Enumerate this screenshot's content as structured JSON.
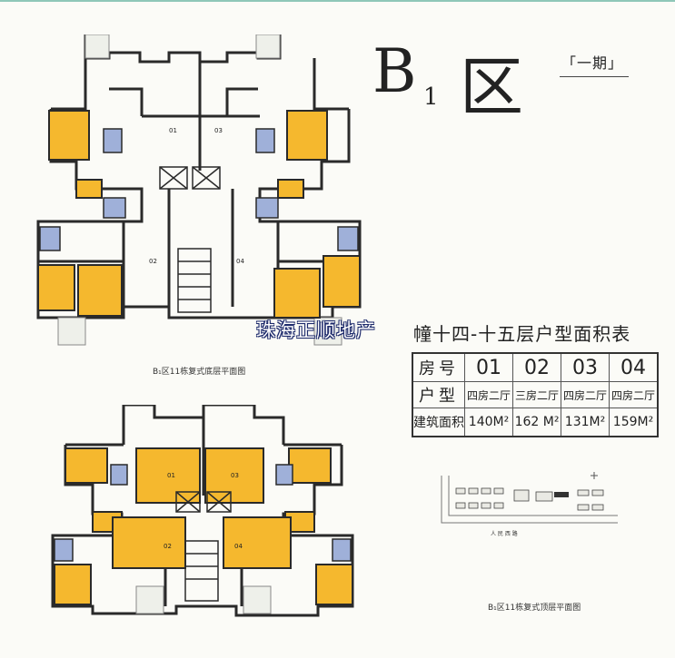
{
  "header": {
    "block_name": "B",
    "block_sub": "1",
    "block_suffix": "区",
    "phase": "「一期」"
  },
  "watermark": "珠海正顺地产",
  "area_table": {
    "title": "幢十四-十五层户型面积表",
    "room_no_label": "房号",
    "type_label": "户型",
    "area_label": "建筑面积",
    "units": [
      {
        "no": "01",
        "type": "四房二厅",
        "area": "140M²"
      },
      {
        "no": "02",
        "type": "三房二厅",
        "area": "162 M²"
      },
      {
        "no": "03",
        "type": "四房二厅",
        "area": "131M²"
      },
      {
        "no": "04",
        "type": "四房二厅",
        "area": "159M²"
      }
    ]
  },
  "captions": {
    "lower_floor": "B₁区11栋复式底层平面图",
    "upper_floor": "B₁区11栋复式顶层平面图",
    "street": "人 民 西 路"
  },
  "plan_unit_labels": {
    "u01": "01",
    "u02": "02",
    "u03": "03",
    "u04": "04"
  },
  "colors": {
    "room_fill": "#f5b82e",
    "room_edge": "#2a2a2a",
    "wet_fill": "#9fb0d9",
    "background": "#fbfbf7",
    "accent_line": "#8fc7b8"
  }
}
